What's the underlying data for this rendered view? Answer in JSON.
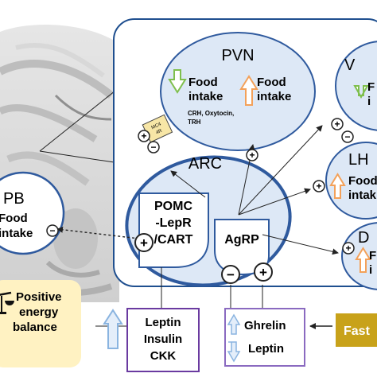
{
  "nuclei": {
    "pvn": {
      "name": "PVN",
      "food_down_line1": "Food",
      "food_down_line2": "intake",
      "food_up_line1": "Food",
      "food_up_line2": "intake",
      "mediators": "CRH, Oxytocin,",
      "mediators2": "TRH"
    },
    "vmh_partial": {
      "name": "V",
      "food_line1": "F",
      "food_line2": "i"
    },
    "lh_partial": {
      "name": "LH",
      "food_line1": "Food",
      "food_line2": "intak"
    },
    "d_partial": {
      "name": "D",
      "food_line1": "F",
      "food_line2": "i"
    },
    "pb": {
      "name": "PB",
      "food_line1": "Food",
      "food_line2": "intake"
    },
    "arc": {
      "name": "ARC",
      "pomc_line1": "POMC",
      "pomc_line2": "-LepR",
      "pomc_line3": "/CART",
      "agrp": "AgRP"
    },
    "mc4r_tag_line1": "MC4",
    "mc4r_tag_line2": "4R"
  },
  "signs": {
    "plus": "+",
    "minus": "−"
  },
  "left_panel": {
    "line1": "Positive",
    "line2": "energy",
    "line3": "balance"
  },
  "hormones_box1": {
    "line1": "Leptin",
    "line2": "Insulin",
    "line3": "CKK"
  },
  "hormones_box2": {
    "ghrelin": "Ghrelin",
    "leptin": "Leptin"
  },
  "fast_tag": "Fast",
  "colors": {
    "arrow_up": "#f3a15a",
    "arrow_down": "#7fbf4d",
    "nucleus_fill": "#dde8f6",
    "nucleus_stroke": "#2f5a9e",
    "arc_stroke": "#2f5a9e",
    "box1_stroke": "#6a3aa0",
    "box2_stroke": "#8a6ac0",
    "energy_bg": "#fff2c2",
    "fast_bg": "#c8a21a"
  }
}
